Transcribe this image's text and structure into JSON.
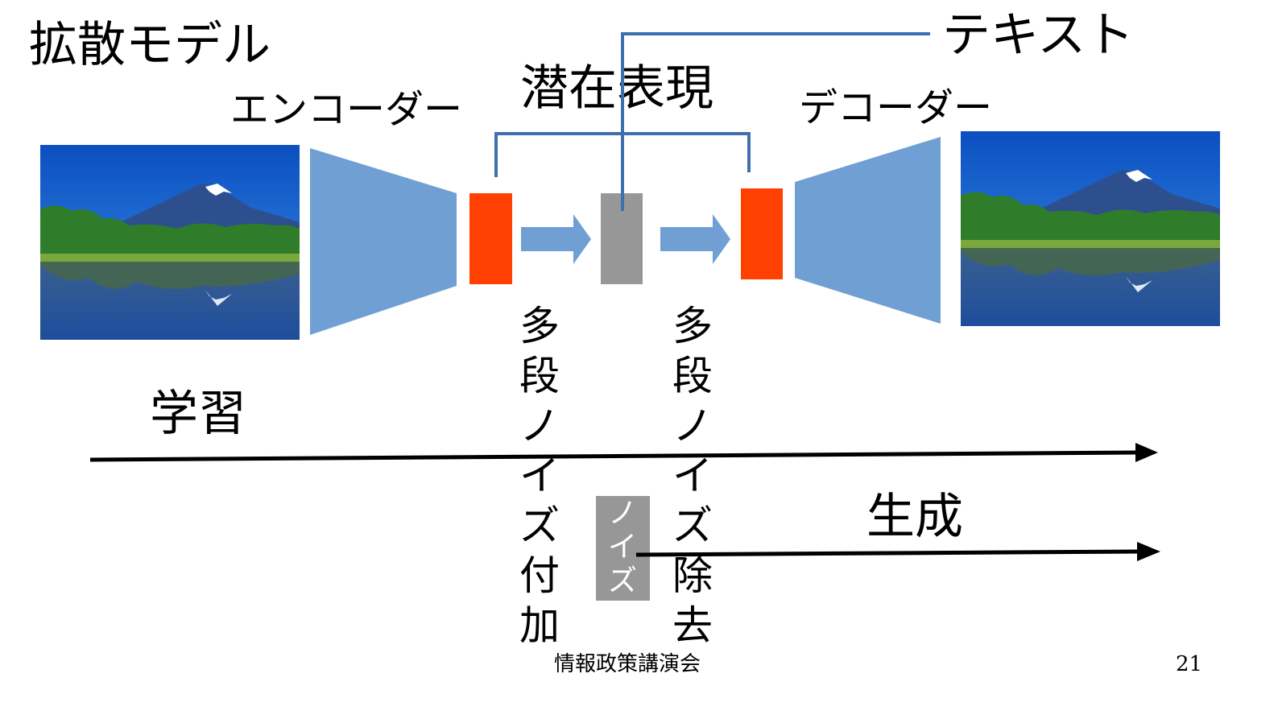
{
  "slide": {
    "title": "拡散モデル",
    "encoder_label": "エンコーダー",
    "latent_label": "潜在表現",
    "decoder_label": "デコーダー",
    "text_label": "テキスト",
    "training_label": "学習",
    "generation_label": "生成",
    "noise_add_label": "多段ノイズ付加",
    "noise_remove_label": "多段ノイズ除去",
    "noise_label": "ノイズ",
    "footer": "情報政策講演会",
    "page_number": "21"
  },
  "colors": {
    "trapezoid": "#6f9fd3",
    "latent_block": "#ff4000",
    "gray_block": "#979797",
    "connector": "#3f6fb0",
    "arrow": "#000000",
    "sky": "#1a6fd8",
    "mountain": "#2d4f8e",
    "trees": "#2f7d2a",
    "water": "#2a5fa8"
  },
  "icons": {
    "input_image": "mount-fuji-lake-photo",
    "output_image": "mount-fuji-lake-photo"
  }
}
